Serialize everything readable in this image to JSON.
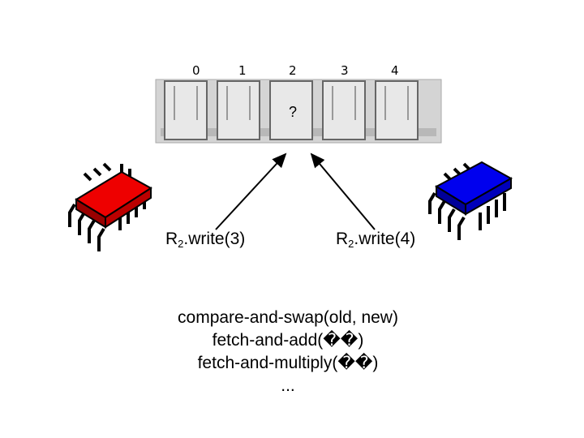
{
  "memory": {
    "indices": [
      "0",
      "1",
      "2",
      "3",
      "4"
    ],
    "cell_value": "?"
  },
  "processors": [
    {
      "color": "#e00000",
      "register": "R",
      "subscript": "2",
      "op": ".write(3)"
    },
    {
      "color": "#0000e0",
      "register": "R",
      "subscript": "2",
      "op": ".write(4)"
    }
  ],
  "operations": [
    "compare-and-swap(old, new)",
    "fetch-and-add(��)",
    "fetch-and-multiply(��)",
    "..."
  ]
}
